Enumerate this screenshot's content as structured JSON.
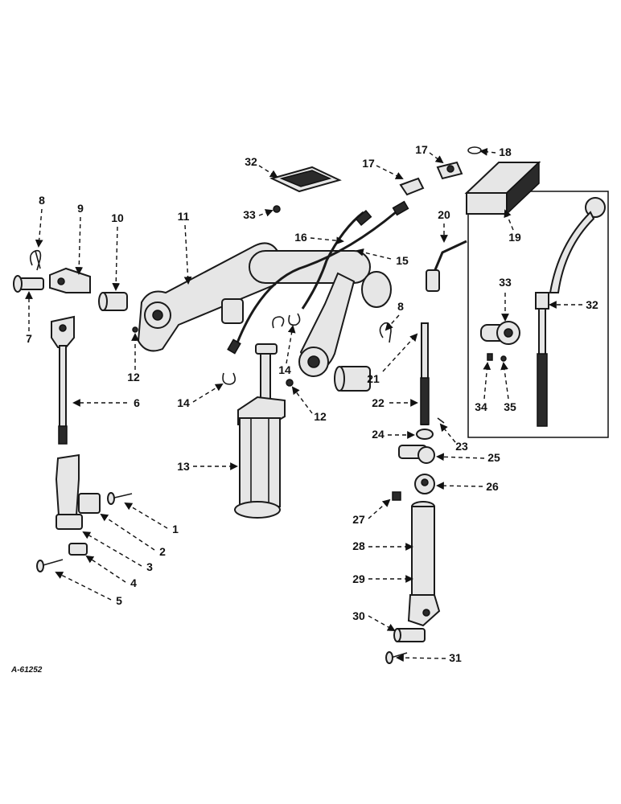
{
  "diagram": {
    "reference_code": "A-61252",
    "callouts": [
      "1",
      "2",
      "3",
      "4",
      "5",
      "6",
      "7",
      "8",
      "9",
      "10",
      "11",
      "12",
      "12",
      "13",
      "14",
      "14",
      "15",
      "16",
      "17",
      "17",
      "18",
      "19",
      "20",
      "8",
      "21",
      "22",
      "23",
      "24",
      "25",
      "26",
      "27",
      "28",
      "29",
      "30",
      "31",
      "32",
      "33",
      "32",
      "33",
      "34",
      "35"
    ]
  }
}
